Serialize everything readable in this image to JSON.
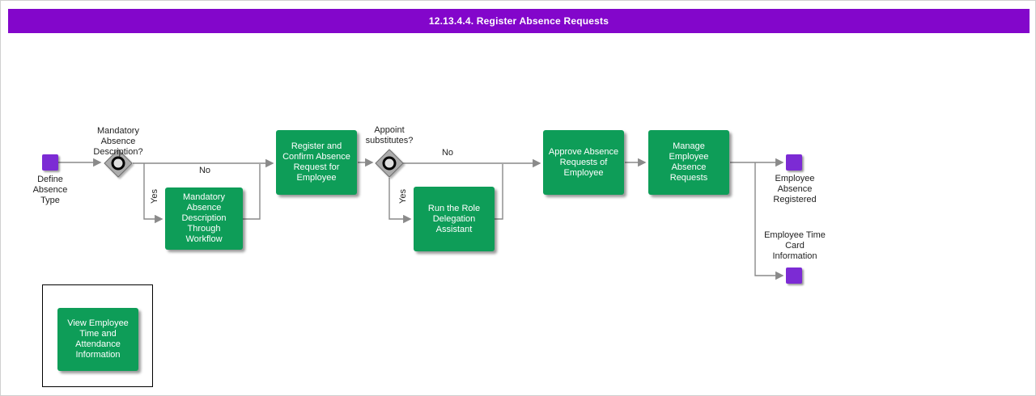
{
  "title_bar": {
    "title": "12.13.4.4. Register Absence Requests"
  },
  "colors": {
    "header_bg": "#8306cb",
    "task_green": "#0e9d58",
    "event_purple": "#7c2bd4",
    "line_gray": "#8a8a8a",
    "text_dark": "#1f1f1f"
  },
  "flow": {
    "start_label": "Define Absence Type",
    "gateway1": {
      "question": "Mandatory Absence Description?",
      "no_label": "No",
      "yes_label": "Yes"
    },
    "task_workflow": "Mandatory Absence Description Through Workflow",
    "task_register": "Register and Confirm Absence Request for Employee",
    "gateway2": {
      "question": "Appoint substitutes?",
      "no_label": "No",
      "yes_label": "Yes"
    },
    "task_delegation": "Run the Role Delegation Assistant",
    "task_approve": "Approve Absence Requests of Employee",
    "task_manage": "Manage Employee Absence Requests",
    "end_registered_label": "Employee Absence Registered",
    "end_timecard_label": "Employee Time Card Information",
    "task_view_info": "View Employee Time and Attendance Information"
  }
}
